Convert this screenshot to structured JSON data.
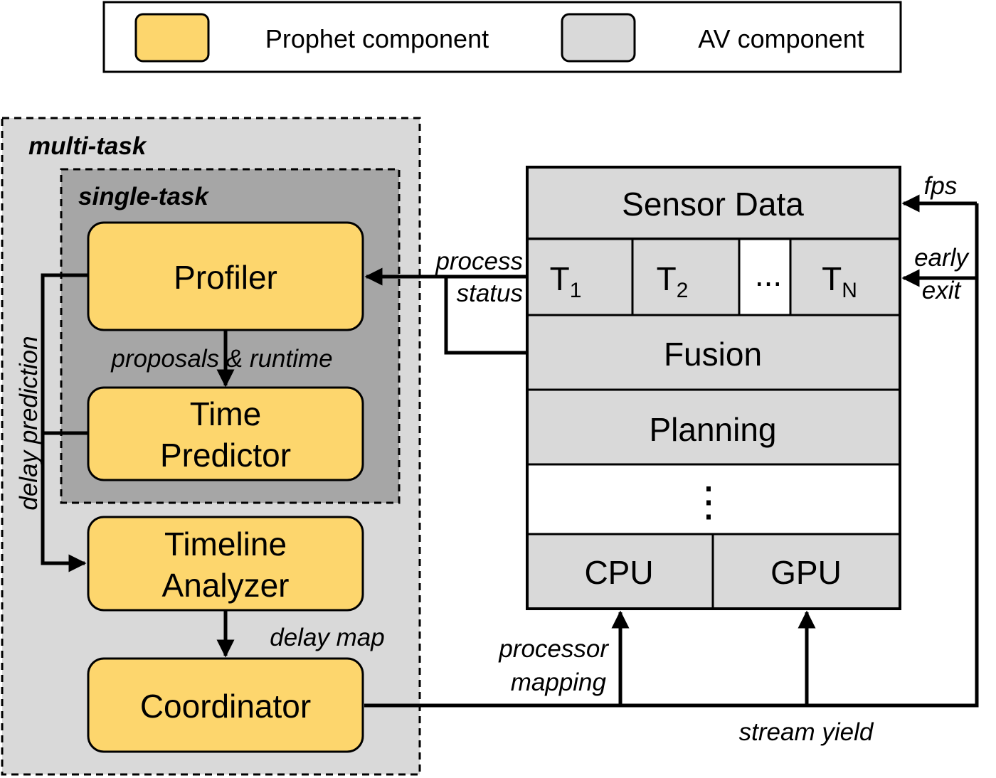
{
  "legend": {
    "prophet_label": "Prophet component",
    "av_label": "AV component"
  },
  "colors": {
    "prophet": "#FDD66D",
    "av": "#D9D9D9",
    "single_task_bg": "#A6A6A6",
    "outline": "#000000"
  },
  "regions": {
    "multi_task": "multi-task",
    "single_task": "single-task"
  },
  "prophet": {
    "profiler": "Profiler",
    "time_predictor": [
      "Time",
      "Predictor"
    ],
    "timeline_analyzer": [
      "Timeline",
      "Analyzer"
    ],
    "coordinator": "Coordinator"
  },
  "av_stack": {
    "sensor_data": "Sensor Data",
    "tasks": [
      {
        "main": "T",
        "sub": "1"
      },
      {
        "main": "T",
        "sub": "2"
      },
      {
        "main": "T",
        "sub": "N"
      }
    ],
    "task_ellipsis": "...",
    "fusion": "Fusion",
    "planning": "Planning",
    "layer_ellipsis": "⋮",
    "cpu": "CPU",
    "gpu": "GPU"
  },
  "edge_labels": {
    "proposals_runtime": "proposals & runtime",
    "delay_prediction": "delay prediction",
    "delay_map": "delay map",
    "process": "process",
    "status": "status",
    "fps": "fps",
    "early": "early",
    "exit": "exit",
    "processor": "processor",
    "mapping": "mapping",
    "stream_yield": "stream yield"
  }
}
